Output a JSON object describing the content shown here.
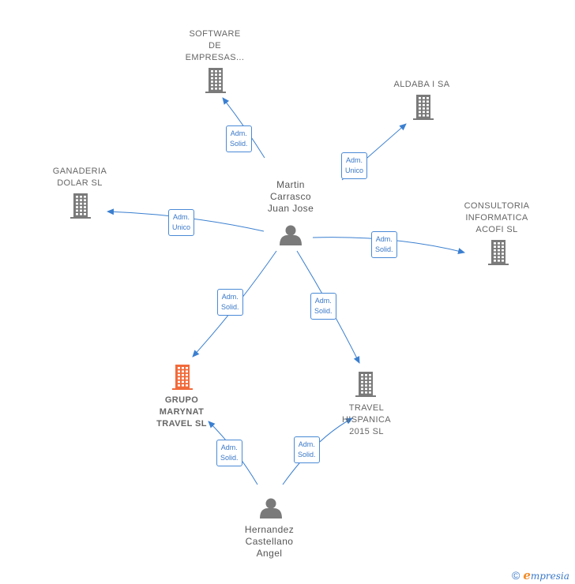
{
  "nodes": [
    {
      "id": "martin",
      "kind": "person",
      "label": "Martin\nCarrasco\nJuan Jose"
    },
    {
      "id": "hernandez",
      "kind": "person",
      "label": "Hernandez\nCastellano\nAngel"
    },
    {
      "id": "software",
      "kind": "company",
      "label": "SOFTWARE\nDE\nEMPRESAS..."
    },
    {
      "id": "aldaba",
      "kind": "company",
      "label": "ALDABA I SA"
    },
    {
      "id": "ganaderia",
      "kind": "company",
      "label": "GANADERIA\nDOLAR  SL"
    },
    {
      "id": "consultoria",
      "kind": "company",
      "label": "CONSULTORIA\nINFORMATICA\nACOFI  SL"
    },
    {
      "id": "grupo",
      "kind": "company",
      "focus": true,
      "label": "GRUPO\nMARYNAT\nTRAVEL   SL"
    },
    {
      "id": "travel",
      "kind": "company",
      "label": "TRAVEL\nHISPANICA\n2015  SL"
    }
  ],
  "edges": [
    {
      "from": "martin",
      "to": "software",
      "label": "Adm.\nSolid."
    },
    {
      "from": "martin",
      "to": "aldaba",
      "label": "Adm.\nUnico"
    },
    {
      "from": "martin",
      "to": "ganaderia",
      "label": "Adm.\nUnico"
    },
    {
      "from": "martin",
      "to": "consultoria",
      "label": "Adm.\nSolid."
    },
    {
      "from": "martin",
      "to": "grupo",
      "label": "Adm.\nSolid."
    },
    {
      "from": "martin",
      "to": "travel",
      "label": "Adm.\nSolid."
    },
    {
      "from": "hernandez",
      "to": "grupo",
      "label": "Adm.\nSolid."
    },
    {
      "from": "hernandez",
      "to": "travel",
      "label": "Adm.\nSolid."
    }
  ],
  "colors": {
    "edge": "#3a7fd0",
    "company": "#7a7a7a",
    "focus_company": "#f26a3a",
    "person": "#7a7a7a"
  },
  "footer": {
    "copyright": "©",
    "brand_initial": "e",
    "brand_rest": "mpresia"
  }
}
